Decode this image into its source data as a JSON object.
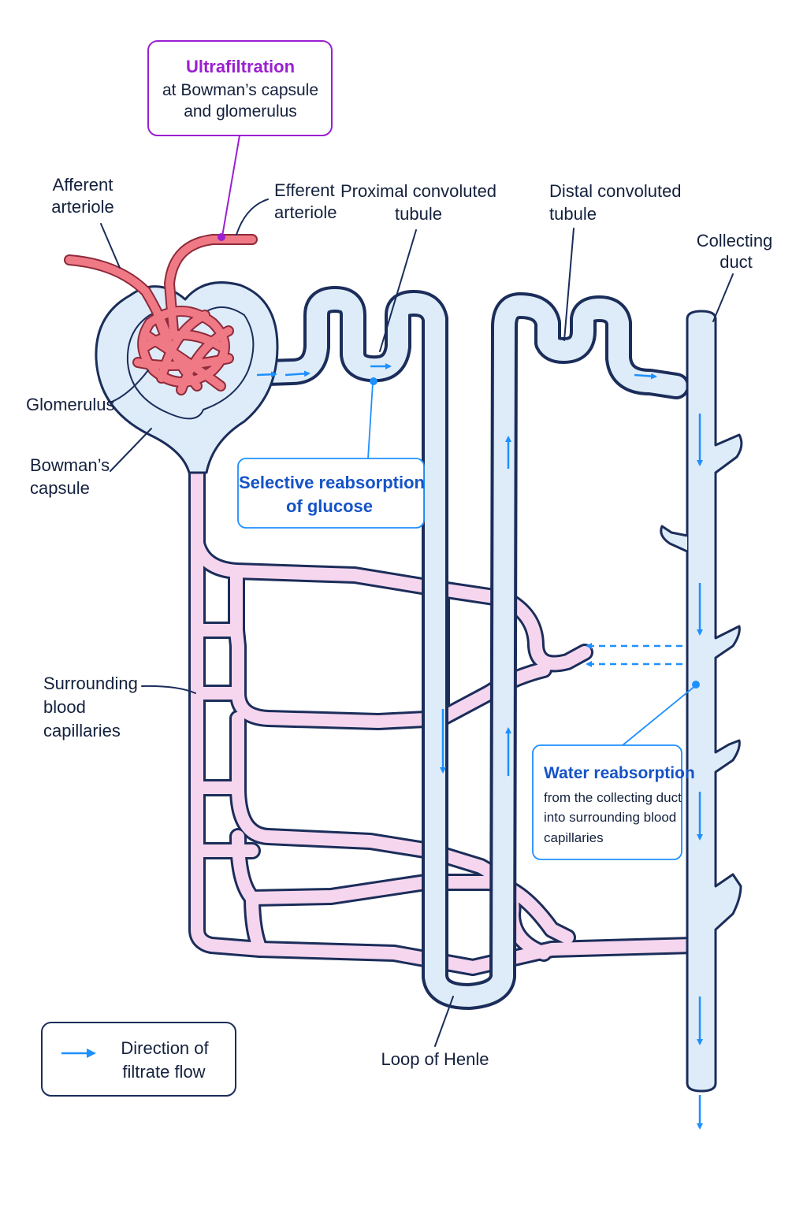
{
  "callouts": {
    "ultrafiltration": {
      "title": "Ultrafiltration",
      "line1": "at Bowman’s capsule",
      "line2": "and glomerulus"
    },
    "selective": {
      "line1": "Selective reabsorption",
      "line2": "of glucose"
    },
    "water": {
      "title": "Water reabsorption",
      "line1": "from the collecting duct",
      "line2": "into surrounding blood",
      "line3": "capillaries"
    }
  },
  "labels": {
    "afferent": [
      "Afferent",
      "arteriole"
    ],
    "efferent": [
      "Efferent",
      "arteriole"
    ],
    "proximal": [
      "Proximal convoluted",
      "tubule"
    ],
    "distal": [
      "Distal convoluted",
      "tubule"
    ],
    "collecting": [
      "Collecting",
      "duct"
    ],
    "glomerulus": "Glomerulus",
    "bowmans": [
      "Bowman’s",
      "capsule"
    ],
    "capillaries": [
      "Surrounding",
      "blood",
      "capillaries"
    ],
    "loop": "Loop of Henle"
  },
  "legend": {
    "line1": "Direction of",
    "line2": "filtrate flow"
  },
  "colors": {
    "outline": "#1b2d5a",
    "tubule_fill": "#deecf9",
    "capillary_fill": "#f6d6ee",
    "capillary_stroke": "#a85aa6",
    "artery": "#ef7a85",
    "purple": "#9b1fd1",
    "arrow_blue": "#1e90ff",
    "text_blue": "#1553c7"
  }
}
